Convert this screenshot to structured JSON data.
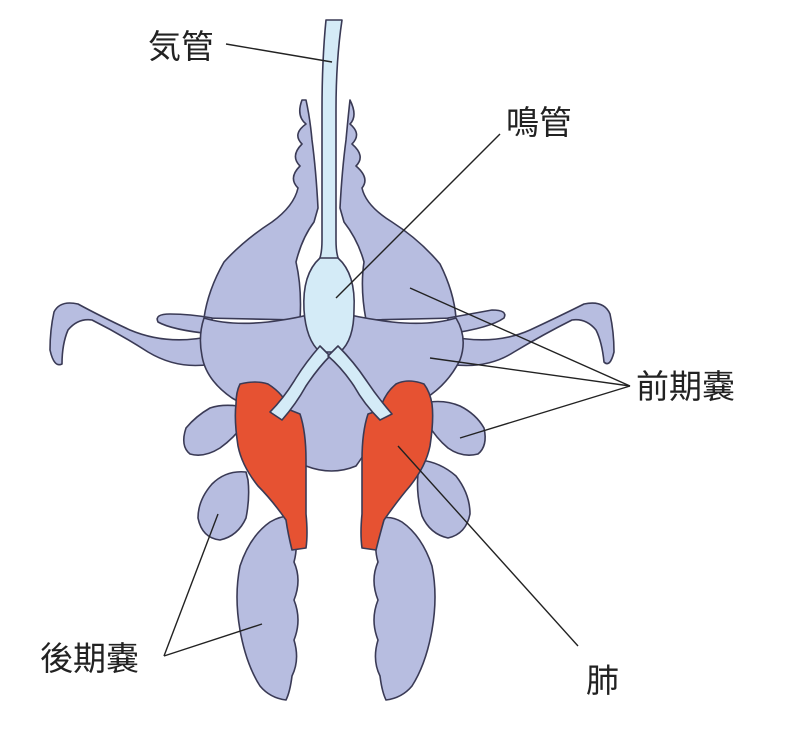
{
  "labels": {
    "trachea": "気管",
    "syrinx": "鳴管",
    "anterior_air_sacs": "前期嚢",
    "posterior_air_sacs": "後期嚢",
    "lungs": "肺"
  },
  "colors": {
    "air_sac": "#b7bde0",
    "lung": "#e65232",
    "airway": "#d4ebf7",
    "outline": "#3a3a55",
    "text": "#222222"
  }
}
